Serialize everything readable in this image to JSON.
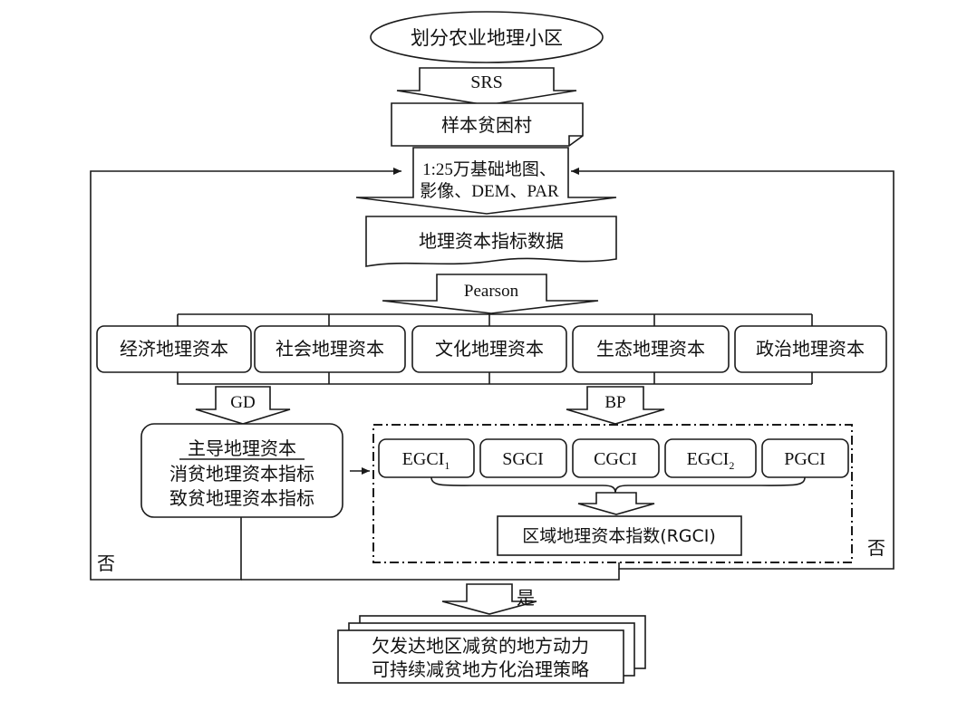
{
  "start": "划分农业地理小区",
  "arrow_srs": "SRS",
  "sample": "样本贫困村",
  "source": {
    "line1": "1:25万基础地图、",
    "line2": "影像、DEM、PAR"
  },
  "indicator_data": "地理资本指标数据",
  "arrow_pearson": "Pearson",
  "capitals": [
    "经济地理资本",
    "社会地理资本",
    "文化地理资本",
    "生态地理资本",
    "政治地理资本"
  ],
  "arrow_gd": "GD",
  "arrow_bp": "BP",
  "dominant": {
    "title": "主导地理资本",
    "line2": "消贫地理资本指标",
    "line3": "致贫地理资本指标"
  },
  "indices": [
    {
      "base": "EGCI",
      "sub": "1"
    },
    {
      "base": "SGCI",
      "sub": ""
    },
    {
      "base": "CGCI",
      "sub": ""
    },
    {
      "base": "EGCI",
      "sub": "2"
    },
    {
      "base": "PGCI",
      "sub": ""
    }
  ],
  "rgci": "区域地理资本指数(RGCI)",
  "no_left": "否",
  "no_right": "否",
  "yes": "是",
  "output": {
    "line1": "欠发达地区减贫的地方动力",
    "line2": "可持续减贫地方化治理策略"
  }
}
